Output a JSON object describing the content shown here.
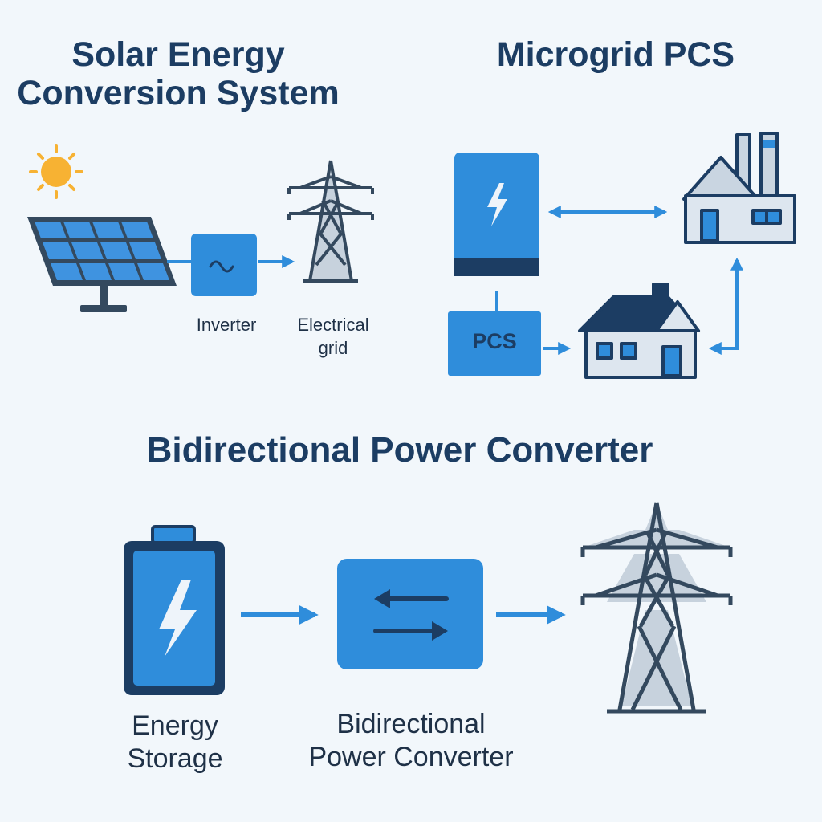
{
  "solar_section": {
    "title_line1": "Solar Energy",
    "title_line2": "Conversion System",
    "inverter_label": "Inverter",
    "grid_label_line1": "Electrical",
    "grid_label_line2": "grid"
  },
  "microgrid_section": {
    "title": "Microgrid PCS",
    "pcs_label": "PCS"
  },
  "bidirectional_section": {
    "title": "Bidirectional Power Converter",
    "storage_label_line1": "Energy",
    "storage_label_line2": "Storage",
    "converter_label_line1": "Bidirectional",
    "converter_label_line2": "Power Converter"
  },
  "colors": {
    "background": "#f2f7fb",
    "primary_blue": "#2f8ddb",
    "navy": "#1c3d63",
    "tower_steel": "#34495e",
    "sun": "#f7b233"
  },
  "icons": [
    "sun-icon",
    "solar-panel-icon",
    "inverter-icon",
    "transmission-tower-icon",
    "battery-icon",
    "factory-icon",
    "house-icon",
    "bidirectional-arrows-icon"
  ]
}
